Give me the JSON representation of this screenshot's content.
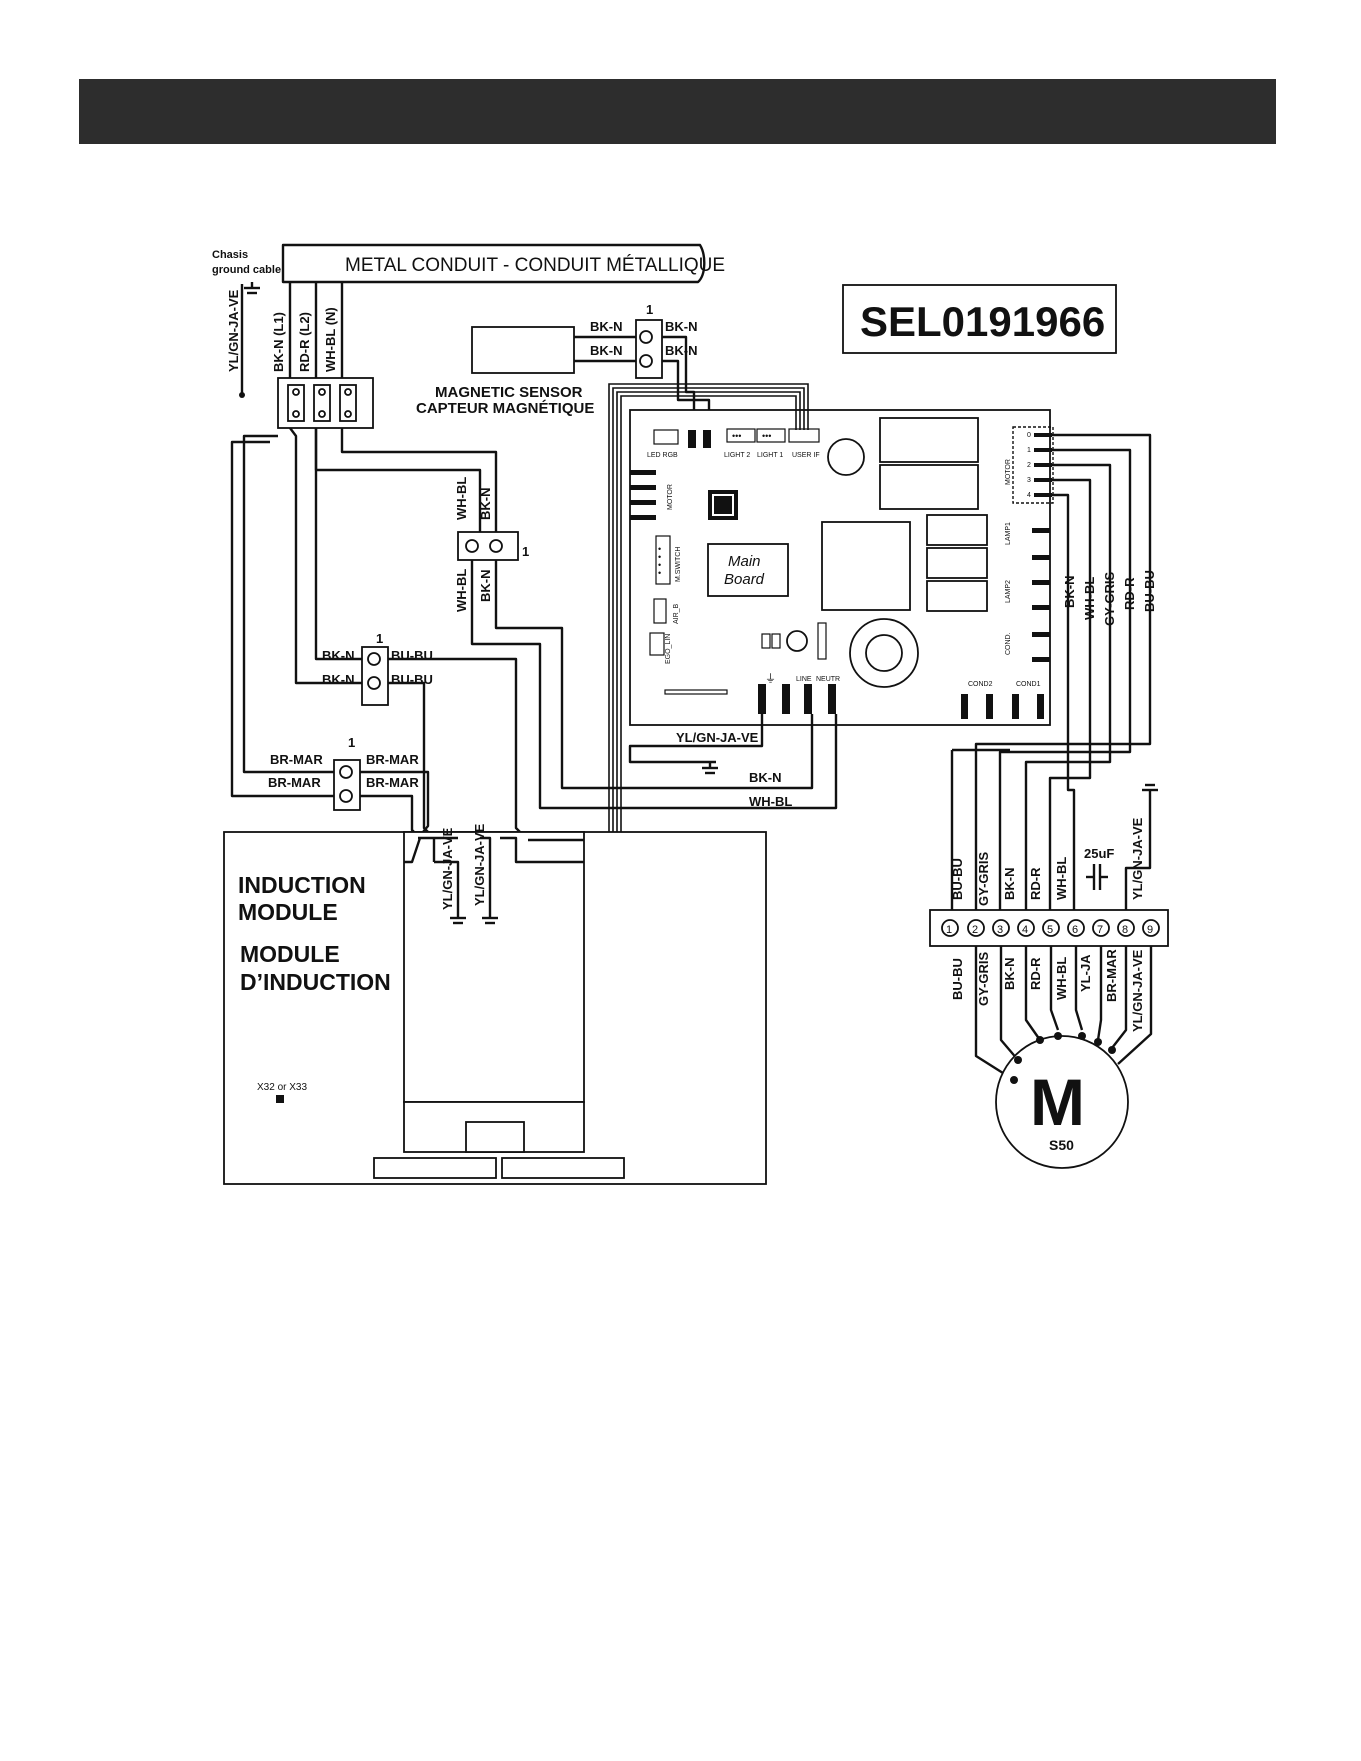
{
  "header": {
    "title": ""
  },
  "colors": {
    "header_bar": "#2d2d2d",
    "ink": "#111111",
    "paper": "#ffffff"
  },
  "diagram": {
    "model": "SEL0191966",
    "conduit": "METAL CONDUIT - CONDUIT MÉTALLIQUE",
    "chassis_ground": {
      "line1": "Chasis",
      "line2": "ground cable"
    },
    "ground_label": "YL/GN-JA-VE",
    "supply_wires": [
      "BK-N (L1)",
      "RD-R (L2)",
      "WH-BL (N)"
    ],
    "magnetic_sensor": {
      "line1": "MAGNETIC SENSOR",
      "line2": "CAPTEUR MAGNÉTIQUE",
      "wires": [
        "BK-N",
        "BK-N"
      ],
      "pin": "1"
    },
    "connector_top": {
      "wires": [
        "WH-BL",
        "BK-N"
      ],
      "pin": "1"
    },
    "connector_bu": {
      "wires_left": [
        "BK-N",
        "BK-N"
      ],
      "wires_right": [
        "BU-BU",
        "BU-BU"
      ],
      "pin": "1"
    },
    "connector_br": {
      "wires_left": [
        "BR-MAR",
        "BR-MAR"
      ],
      "wires_right": [
        "BR-MAR",
        "BR-MAR"
      ],
      "pin": "1"
    },
    "induction_module": {
      "line1": "INDUCTION",
      "line2": "MODULE",
      "line3": "MODULE",
      "line4": "D’INDUCTION",
      "connector": "X32 or X33",
      "ground_wires": [
        "YL/GN-JA-VE",
        "YL/GN-JA-VE"
      ]
    },
    "main_board": {
      "title_line1": "Main",
      "title_line2": "Board",
      "labels": {
        "led_rgb": "LED RGB",
        "light2": "LIGHT 2",
        "light1": "LIGHT 1",
        "user_if": "USER IF",
        "motor": "MOTOR",
        "m_switch": "M.SWITCH",
        "air_b": "AIR_B",
        "ego_lin": "EGO_LIN",
        "motor_right": "MOTOR",
        "lamp1": "LAMP1",
        "lamp2": "LAMP2",
        "cond": "COND.",
        "cond2": "COND2",
        "cond1": "COND1",
        "line": "LINE",
        "neutr": "NEUTR"
      },
      "motor_pins": [
        "0",
        "1",
        "2",
        "3",
        "4"
      ],
      "ground_wire": "YL/GN-JA-VE",
      "line_wire": "BK-N",
      "neutral_wire": "WH-BL",
      "motor_wires": [
        "BK-N",
        "WH-BL",
        "GY-GRIS",
        "RD-R",
        "BU-BU"
      ]
    },
    "motor_terminal": {
      "top_wires": [
        "BU-BU",
        "GY-GRIS",
        "BK-N",
        "RD-R",
        "WH-BL",
        "YL/GN-JA-VE"
      ],
      "capacitor": "25uF",
      "terminals": [
        "1",
        "2",
        "3",
        "4",
        "5",
        "6",
        "7",
        "8",
        "9"
      ],
      "bottom_wires": [
        "BU-BU",
        "GY-GRIS",
        "BK-N",
        "RD-R",
        "WH-BL",
        "YL-JA",
        "BR-MAR",
        "YL/GN-JA-VE"
      ]
    },
    "motor": {
      "symbol": "M",
      "model": "S50"
    }
  }
}
